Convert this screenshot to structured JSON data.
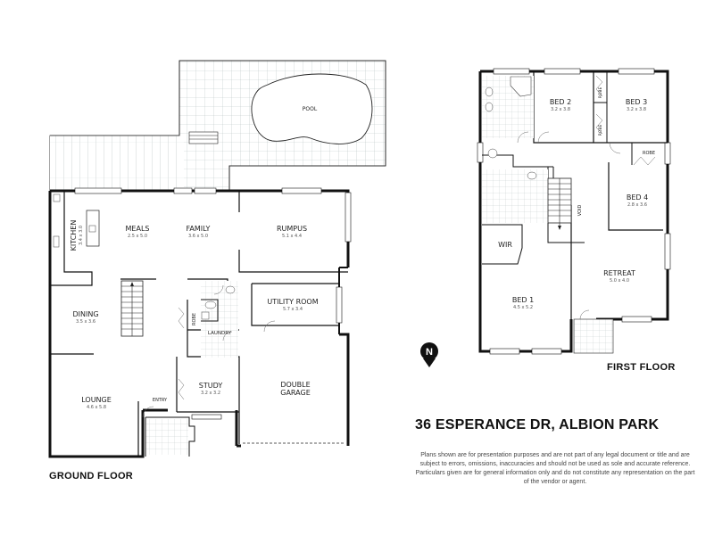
{
  "property": {
    "address": "36 ESPERANCE DR, ALBION PARK",
    "disclaimer": "Plans shown are for presentation purposes and are not part of any legal document or title and are subject to errors, omissions, inaccuracies and should not be used as sole and accurate reference. Particulars given are for general information only and do not constitute any representation on the part of the vendor or agent."
  },
  "compass": {
    "label": "N"
  },
  "ground_floor": {
    "label": "GROUND FLOOR",
    "outdoor": {
      "pool": "POOL"
    },
    "rooms": {
      "kitchen": {
        "name": "KITCHEN",
        "dim": "3.4 x 3.0"
      },
      "meals": {
        "name": "MEALS",
        "dim": "2.5 x 5.0"
      },
      "family": {
        "name": "FAMILY",
        "dim": "3.6 x 5.0"
      },
      "rumpus": {
        "name": "RUMPUS",
        "dim": "5.1 x 4.4"
      },
      "dining": {
        "name": "DINING",
        "dim": "3.5 x 3.6"
      },
      "utility": {
        "name": "UTILITY ROOM",
        "dim": "5.7 x 3.4"
      },
      "robe": {
        "name": "ROBE"
      },
      "laundry": {
        "name": "LAUNDRY"
      },
      "study": {
        "name": "STUDY",
        "dim": "3.2 x 3.2"
      },
      "lounge": {
        "name": "LOUNGE",
        "dim": "4.6 x 5.8"
      },
      "entry": {
        "name": "ENTRY"
      },
      "garage_1": {
        "name": "DOUBLE"
      },
      "garage_2": {
        "name": "GARAGE"
      }
    }
  },
  "first_floor": {
    "label": "FIRST FLOOR",
    "rooms": {
      "bed2": {
        "name": "BED 2",
        "dim": "3.2 x 3.8"
      },
      "bed3": {
        "name": "BED 3",
        "dim": "3.2 x 3.8"
      },
      "robe1": {
        "name": "ROBE"
      },
      "robe2": {
        "name": "ROBE"
      },
      "robe3": {
        "name": "ROBE"
      },
      "bed4": {
        "name": "BED 4",
        "dim": "2.8 x 3.6"
      },
      "void": {
        "name": "VOID"
      },
      "wir": {
        "name": "WIR"
      },
      "retreat": {
        "name": "RETREAT",
        "dim": "5.0 x 4.0"
      },
      "bed1": {
        "name": "BED 1",
        "dim": "4.5 x 5.2"
      }
    }
  },
  "colors": {
    "wall": "#111111",
    "tile": "#b8c4c4",
    "text": "#222222"
  }
}
